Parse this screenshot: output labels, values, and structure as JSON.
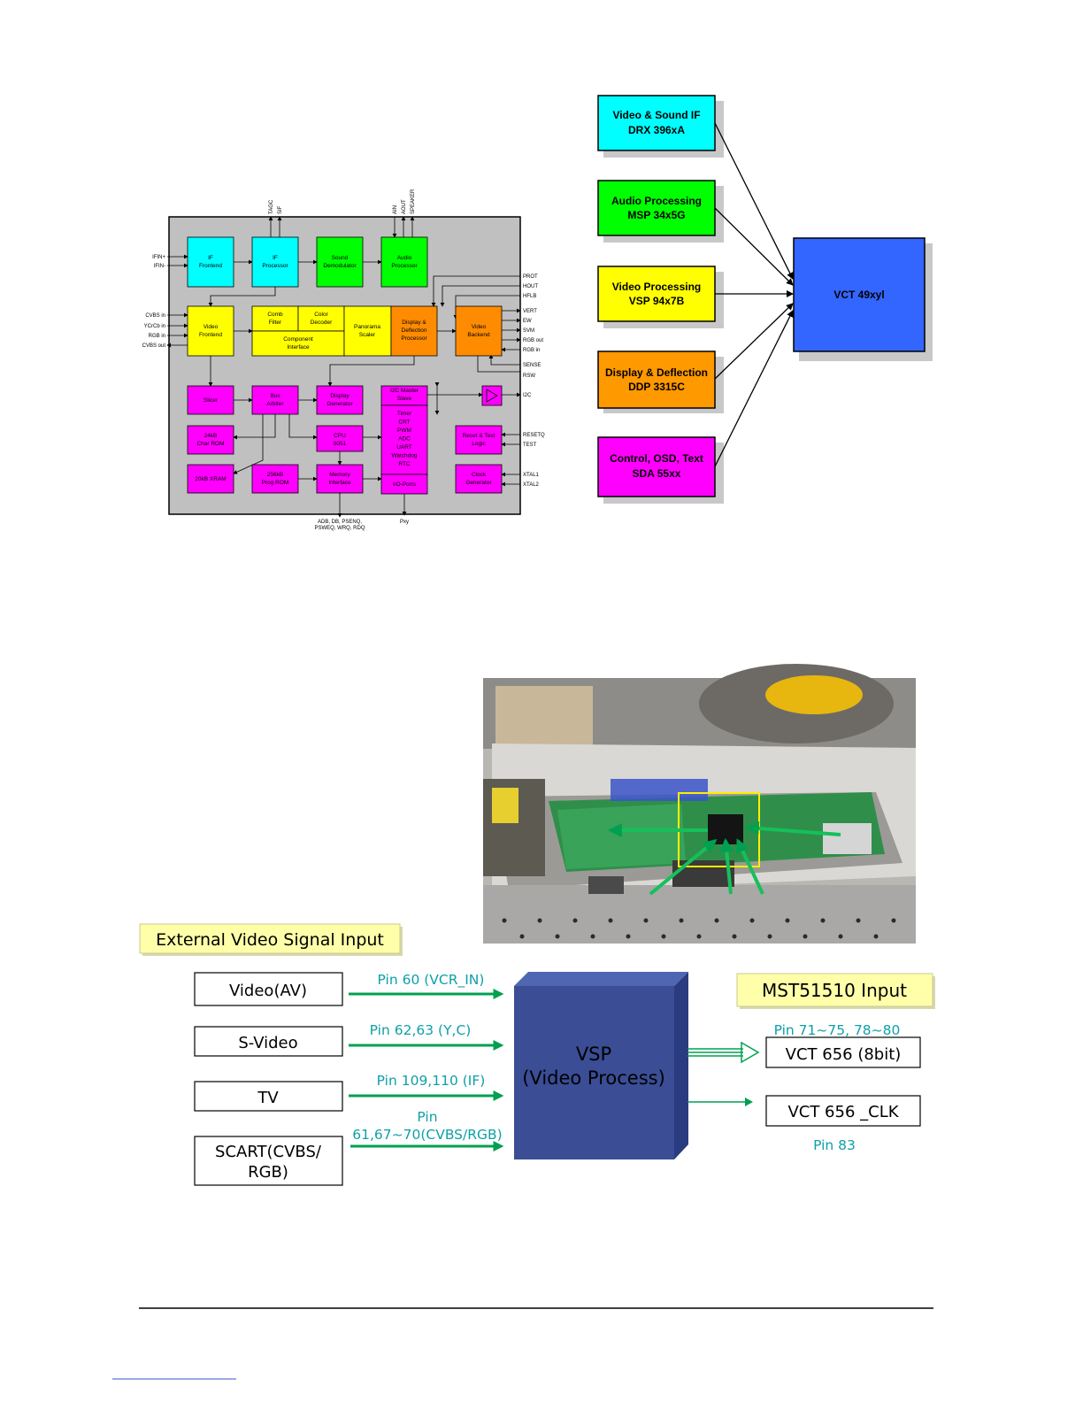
{
  "block_diagram": {
    "top_pins": [
      "TAGC",
      "SIF",
      "AIN",
      "AOUT",
      "SPEAKER"
    ],
    "left_pins": [
      "IFIN+",
      "IFIN-",
      "CVBS in",
      "YCrCb in",
      "RGB in",
      "CVBS out"
    ],
    "right_pins": [
      "PROT",
      "HOUT",
      "HFLB",
      "VERT",
      "EW",
      "SVM",
      "RGB out",
      "RGB in",
      "SENSE",
      "RSW",
      "I2C",
      "RESETQ",
      "TEST",
      "XTAL1",
      "XTAL2"
    ],
    "bottom_labels": [
      "ADB, DB, PSENQ,",
      "PSWEQ, WRQ, RDQ",
      "Pxy"
    ],
    "blocks": {
      "if_frontend": [
        "IF",
        "Frontend"
      ],
      "if_processor": [
        "IF",
        "Processor"
      ],
      "sound_demod": [
        "Sound",
        "Demodulator"
      ],
      "audio_proc": [
        "Audio",
        "Processor"
      ],
      "video_frontend": [
        "Video",
        "Frontend"
      ],
      "comb_filter": [
        "Comb",
        "Filter"
      ],
      "color_decoder": [
        "Color",
        "Decoder"
      ],
      "component_if": [
        "Component",
        "Interface"
      ],
      "panorama": [
        "Panorama",
        "Scaler"
      ],
      "disp_defl": [
        "Display &",
        "Deflection",
        "Processor"
      ],
      "video_backend": [
        "Video",
        "Backend"
      ],
      "slicer": [
        "Slicer"
      ],
      "bus_arbiter": [
        "Bus",
        "Arbiter"
      ],
      "display_gen": [
        "Display",
        "Generator"
      ],
      "i2c_master": [
        "I2C Master",
        "Slave"
      ],
      "timer_group": [
        "Timer",
        "CRT",
        "PWM",
        "ADC",
        "UART",
        "Watchdog",
        "RTC"
      ],
      "io_ports": [
        "I/O-Ports"
      ],
      "char_rom": [
        "24kB",
        "Char ROM"
      ],
      "cpu": [
        "CPU",
        "8051"
      ],
      "reset_logic": [
        "Reset & Test",
        "Logic"
      ],
      "xram": [
        "20kB XRAM"
      ],
      "prog_rom": [
        "256kB",
        "Prog ROM"
      ],
      "memory_if": [
        "Memory",
        "Interface"
      ],
      "clock_gen": [
        "Clock",
        "Generator"
      ]
    }
  },
  "chip_blocks": {
    "items": [
      {
        "line1": "Video  & Sound IF",
        "line2": "DRX 396xA",
        "color": "#00ffff"
      },
      {
        "line1": "Audio Processing",
        "line2": "MSP 34x5G",
        "color": "#00ff00"
      },
      {
        "line1": "Video Processing",
        "line2": "VSP 94x7B",
        "color": "#ffff00"
      },
      {
        "line1": "Display & Deflection",
        "line2": "DDP 3315C",
        "color": "#ff9900"
      },
      {
        "line1": "Control, OSD, Text",
        "line2": "SDA 55xx",
        "color": "#ff00ff"
      }
    ],
    "target": "VCT 49xyl",
    "target_color": "#3366ff"
  },
  "signal": {
    "header": "External Video Signal Input",
    "inputs": [
      {
        "name": "Video(AV)",
        "pin": "Pin 60 (VCR_IN)"
      },
      {
        "name": "S-Video",
        "pin": "Pin 62,63 (Y,C)"
      },
      {
        "name": "TV",
        "pin": "Pin 109,110 (IF)"
      },
      {
        "name_line1": "SCART(CVBS/",
        "name_line2": "RGB)",
        "pin_line1": "Pin",
        "pin_line2": "61,67~70(CVBS/RGB)"
      }
    ],
    "vsp_line1": "VSP",
    "vsp_line2": "(Video Process)",
    "output_header": "MST51510 Input",
    "outputs": [
      {
        "name": "VCT 656 (8bit)",
        "pin": "Pin 71~75, 78~80"
      },
      {
        "name": "VCT 656 _CLK",
        "pin": "Pin 83"
      }
    ]
  }
}
